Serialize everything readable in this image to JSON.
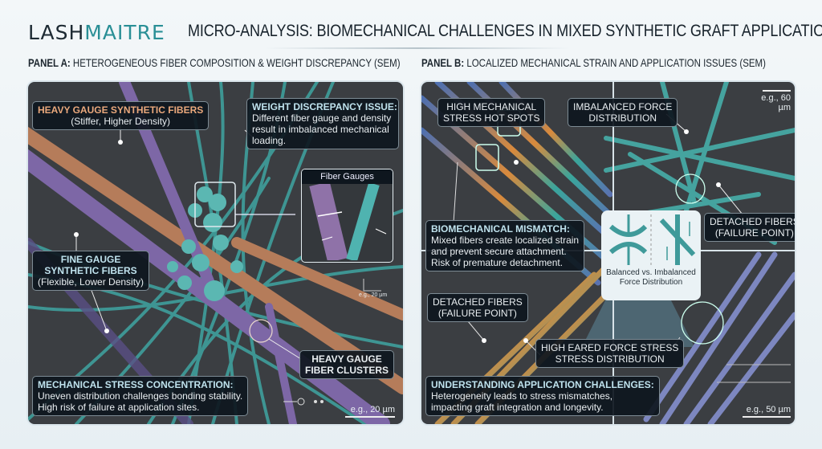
{
  "header": {
    "logo_part1": "LASH",
    "logo_part2": "MAITRE",
    "title": "MICRO-ANALYSIS: BIOMECHANICAL CHALLENGES IN MIXED SYNTHETIC GRAFT APPLICATION"
  },
  "panel_a": {
    "label": "PANEL A:",
    "heading": "HETEROGENEOUS FIBER COMPOSITION & WEIGHT DISCREPANCY (SEM)",
    "heavy": {
      "title": "HEAVY GAUGE SYNTHETIC FIBERS",
      "sub": "(Stiffer, Higher Density)"
    },
    "weight": {
      "title": "WEIGHT DISCREPANCY ISSUE:",
      "body": "Different fiber gauge and density result in imbalanced mechanical loading."
    },
    "inset": {
      "title": "Fiber Gauges"
    },
    "fine": {
      "title1": "FINE GAUGE",
      "title2": "SYNTHETIC FIBERS",
      "sub": "(Flexible, Lower Density)"
    },
    "clusters": {
      "title1": "HEAVY GAUGE",
      "title2": "FIBER CLUSTERS"
    },
    "stress": {
      "title": "MECHANICAL STRESS CONCENTRATION:",
      "body1": "Uneven distribution challenges bonding stability.",
      "body2": "High risk of failure at application sites."
    },
    "scale_small": "e.g., 20 µm",
    "scale": "e.g., 20 µm"
  },
  "panel_b": {
    "label": "PANEL B:",
    "heading": "LOCALIZED MECHANICAL STRAIN AND APPLICATION ISSUES (SEM)",
    "hotspots": {
      "title1": "HIGH MECHANICAL",
      "title2": "STRESS HOT SPOTS"
    },
    "imbalanced": {
      "title1": "IMBALANCED FORCE",
      "title2": "DISTRIBUTION"
    },
    "scale_top": "e.g., 60 µm",
    "detached_right": {
      "title1": "DETACHED FIBERS",
      "title2": "(FAILURE POINT)"
    },
    "mismatch": {
      "title": "BIOMECHANICAL MISMATCH:",
      "body1": "Mixed fibers create localized strain",
      "body2": "and prevent secure attachment.",
      "body3": "Risk of premature detachment."
    },
    "inset": {
      "line1": "Balanced vs. Imbalanced",
      "line2": "Force Distribution"
    },
    "detached_left": {
      "title1": "DETACHED FIBERS",
      "title2": "(FAILURE POINT)"
    },
    "eared": {
      "title1": "HIGH EARED FORCE STRESS",
      "title2": "STRESS DISTRIBUTION"
    },
    "understanding": {
      "title": "UNDERSTANDING APPLICATION CHALLENGES:",
      "body1": "Heterogeneity leads to stress mismatches,",
      "body2": "impacting graft integration and longevity."
    },
    "scale": "e.g., 50 µm"
  },
  "colors": {
    "teal": "#4fb3b0",
    "purple": "#8a72b0",
    "orange": "#c9875e",
    "panel_bg": "#3b3e42",
    "callout_bg": "#0e161e"
  }
}
